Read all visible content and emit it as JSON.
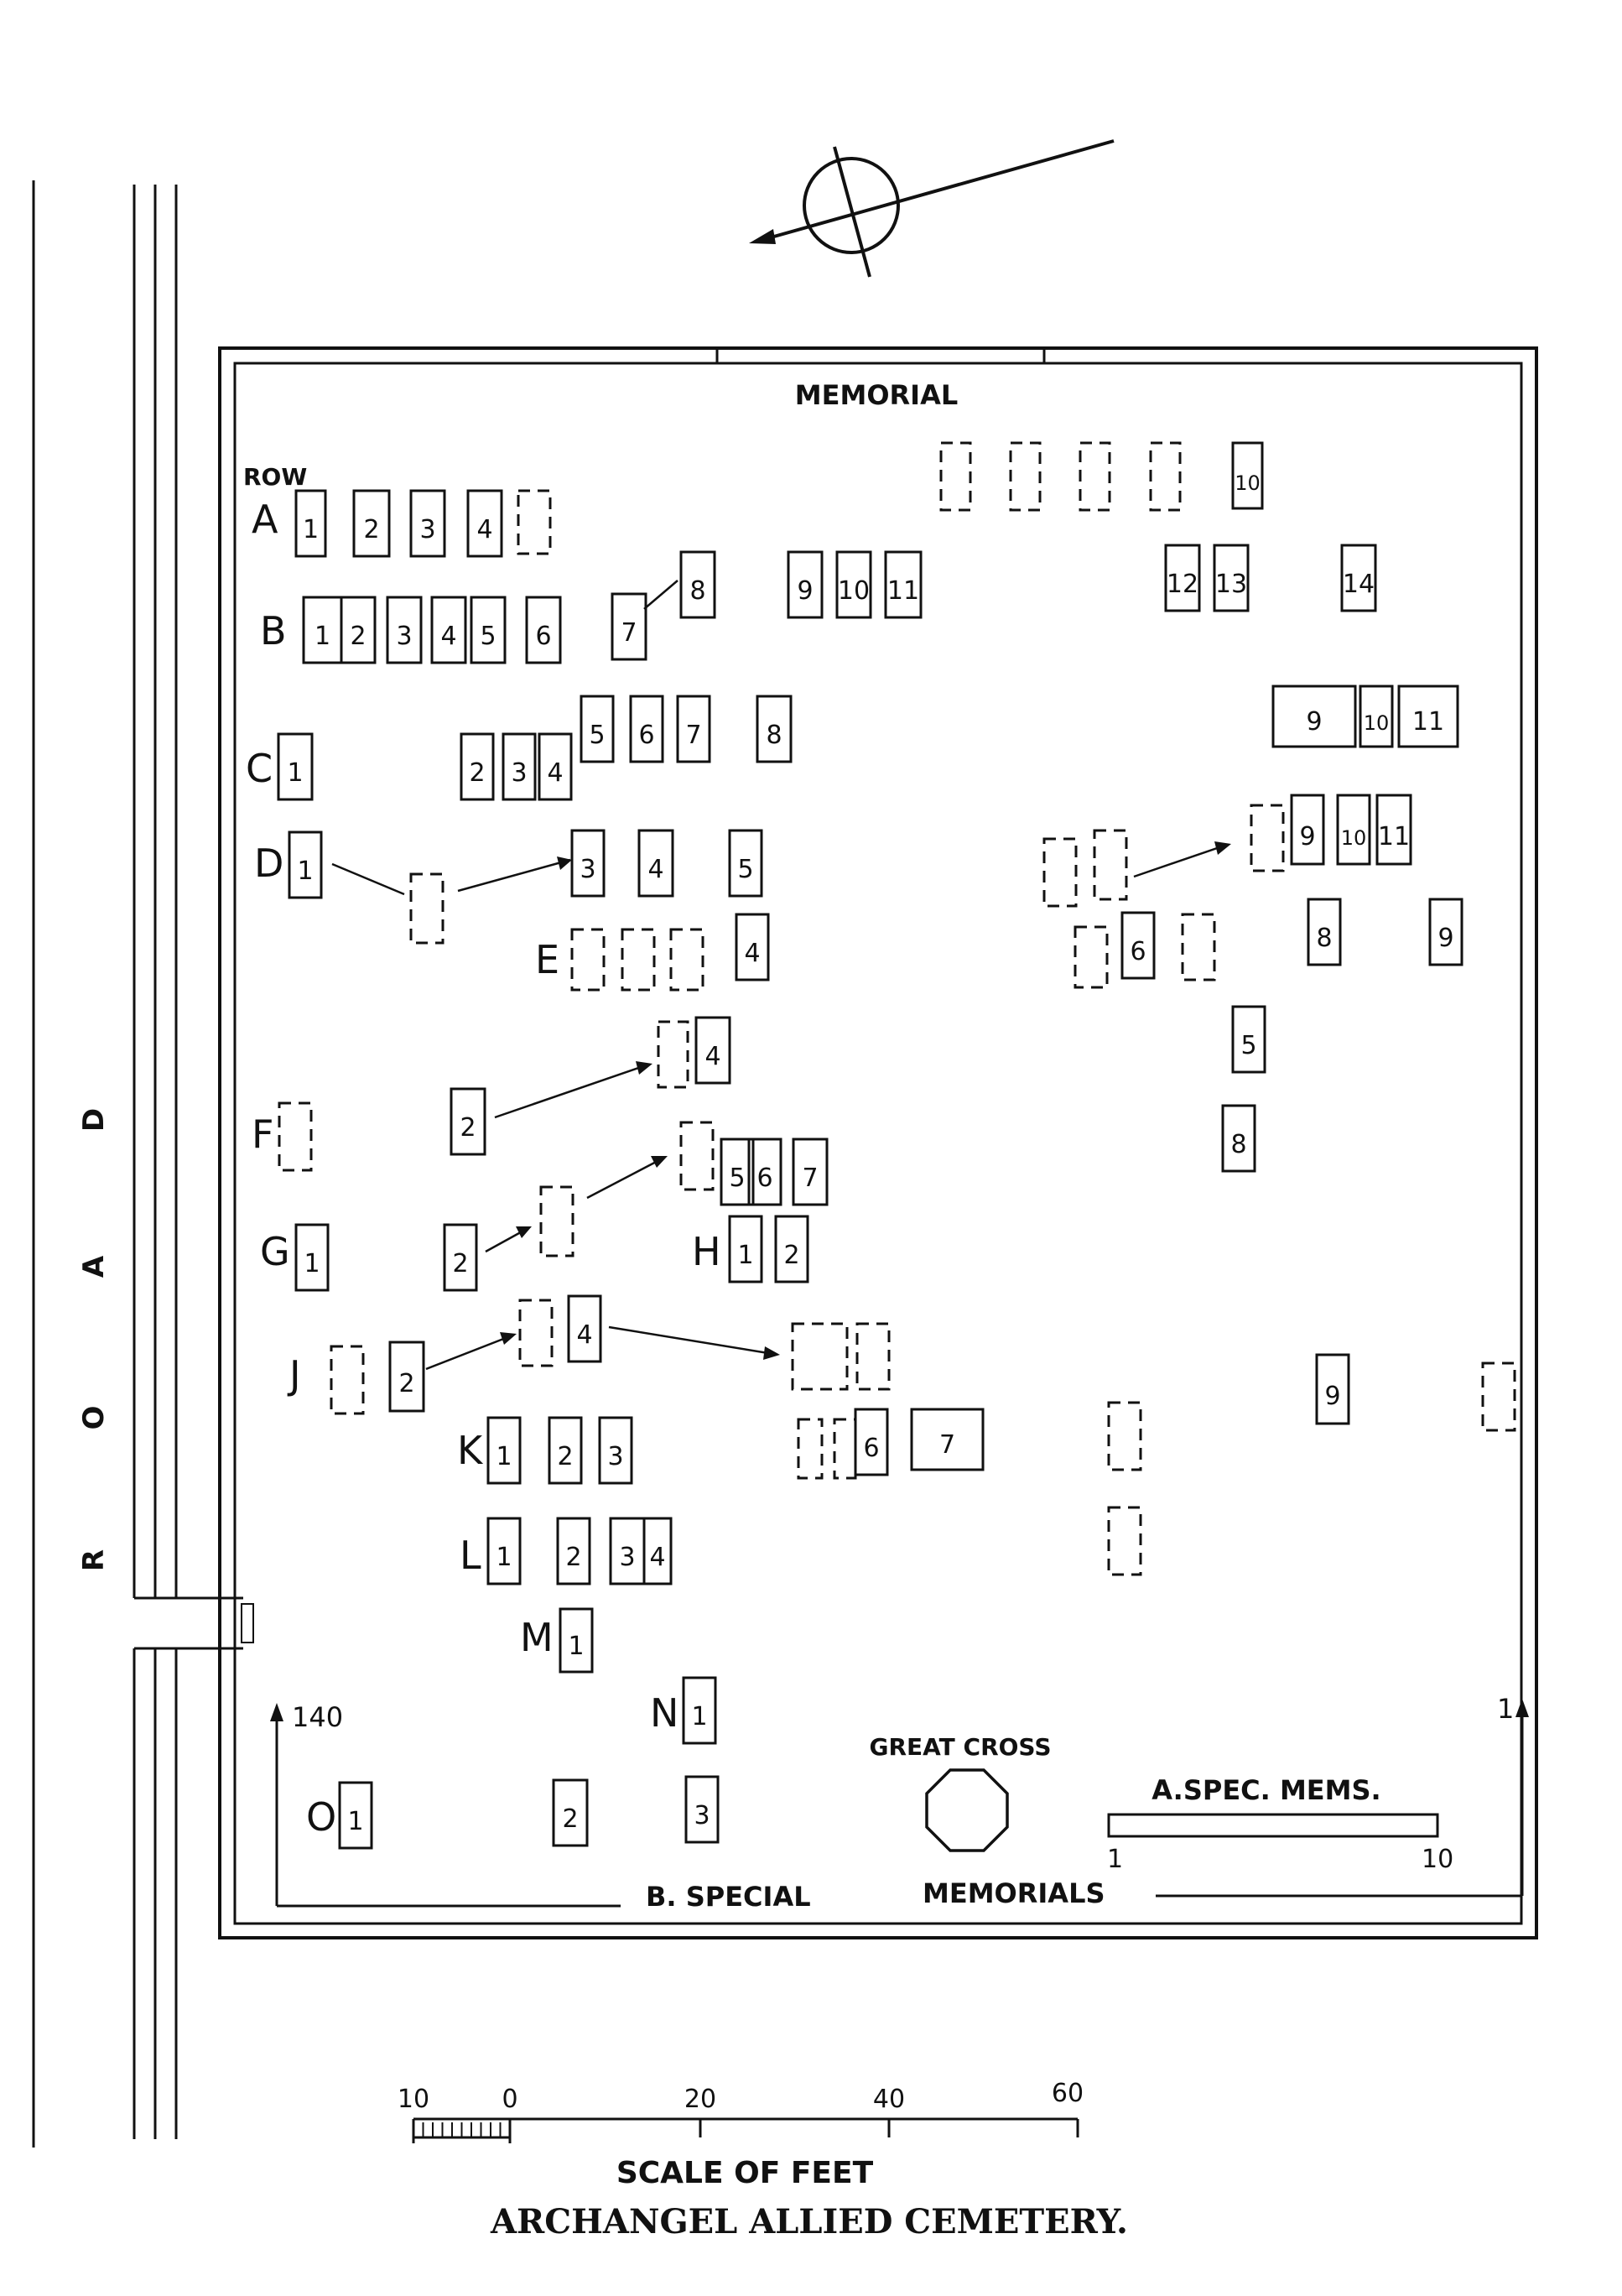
{
  "plan": {
    "title": "ARCHANGEL ALLIED CEMETERY.",
    "memorial_label": "MEMORIAL",
    "row_label": "ROW",
    "road_letters": [
      "D",
      "A",
      "O",
      "R"
    ],
    "great_cross_label": "GREAT CROSS",
    "special_memorials_a": {
      "label": "A.SPEC. MEMS.",
      "start_label": "1",
      "end_label": "10"
    },
    "special_memorials_b": {
      "left_label": "B. SPECIAL",
      "right_label": "MEMORIALS"
    },
    "marker_left": "140",
    "marker_right": "1",
    "scale": {
      "caption": "SCALE OF FEET",
      "ticks": [
        "10",
        "0",
        "20",
        "40",
        "60"
      ]
    },
    "rows": [
      "A",
      "B",
      "C",
      "D",
      "E",
      "F",
      "G",
      "H",
      "J",
      "K",
      "L",
      "M",
      "N",
      "O"
    ],
    "graves": {
      "A": [
        "1",
        "2",
        "3",
        "4",
        "10"
      ],
      "B": [
        "1",
        "2",
        "3",
        "4",
        "5",
        "6",
        "7",
        "8",
        "9",
        "10",
        "11",
        "12",
        "13",
        "14"
      ],
      "C": [
        "1",
        "2",
        "3",
        "4",
        "5",
        "6",
        "7",
        "8",
        "9",
        "10",
        "11"
      ],
      "D": [
        "1",
        "3",
        "4",
        "5",
        "9",
        "10",
        "11",
        "8",
        "9"
      ],
      "E": [
        "4",
        "6",
        "5",
        "8"
      ],
      "F": [
        "2",
        "4",
        "5",
        "6",
        "7"
      ],
      "G": [
        "1",
        "2"
      ],
      "H": [
        "1",
        "2"
      ],
      "J": [
        "2",
        "4",
        "9"
      ],
      "K": [
        "1",
        "2",
        "3",
        "6",
        "7"
      ],
      "L": [
        "1",
        "2",
        "3",
        "4"
      ],
      "M": [
        "1"
      ],
      "N": [
        "1"
      ],
      "O": [
        "1",
        "2",
        "3"
      ]
    }
  }
}
